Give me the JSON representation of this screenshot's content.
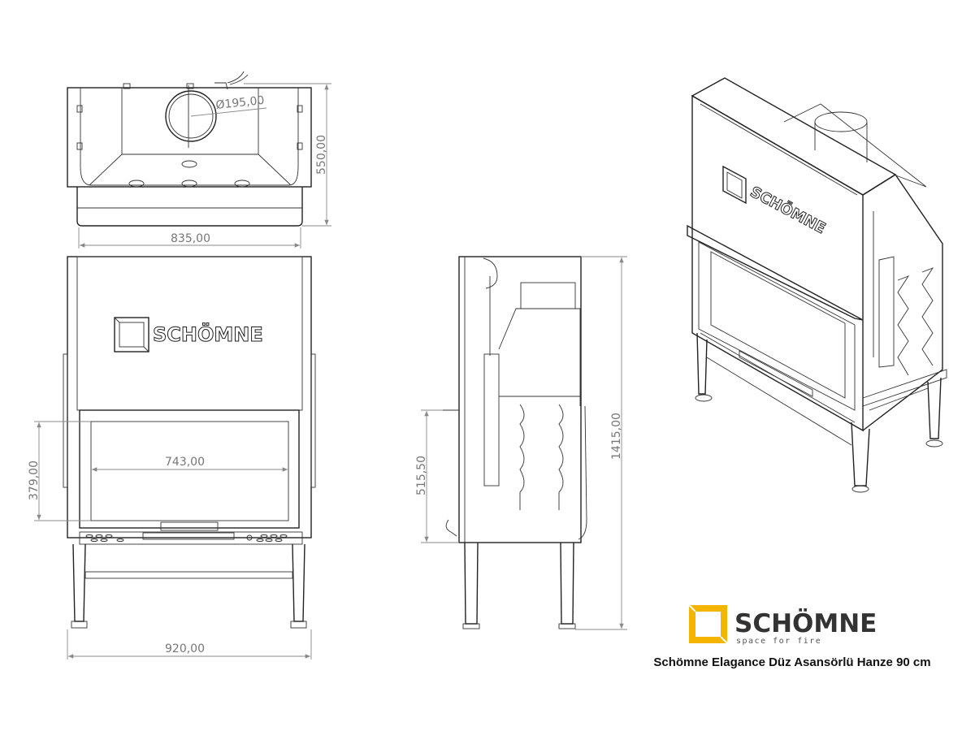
{
  "drawing": {
    "dimensions": {
      "flue_diameter": "Ø195,00",
      "top_depth": "550,00",
      "top_width": "835,00",
      "glass_width": "743,00",
      "glass_height": "379,00",
      "total_width": "920,00",
      "side_height_to_door": "515,50",
      "total_height": "1415,00"
    },
    "front_brand": "SCHÖMNE",
    "perspective_brand": "SCHÖMNE"
  },
  "logo": {
    "name": "SCHÖMNE",
    "tagline": "space for fire",
    "color": "#F5B400"
  },
  "caption": "Schömne Elagance Düz Asansörlü Hanze 90 cm"
}
